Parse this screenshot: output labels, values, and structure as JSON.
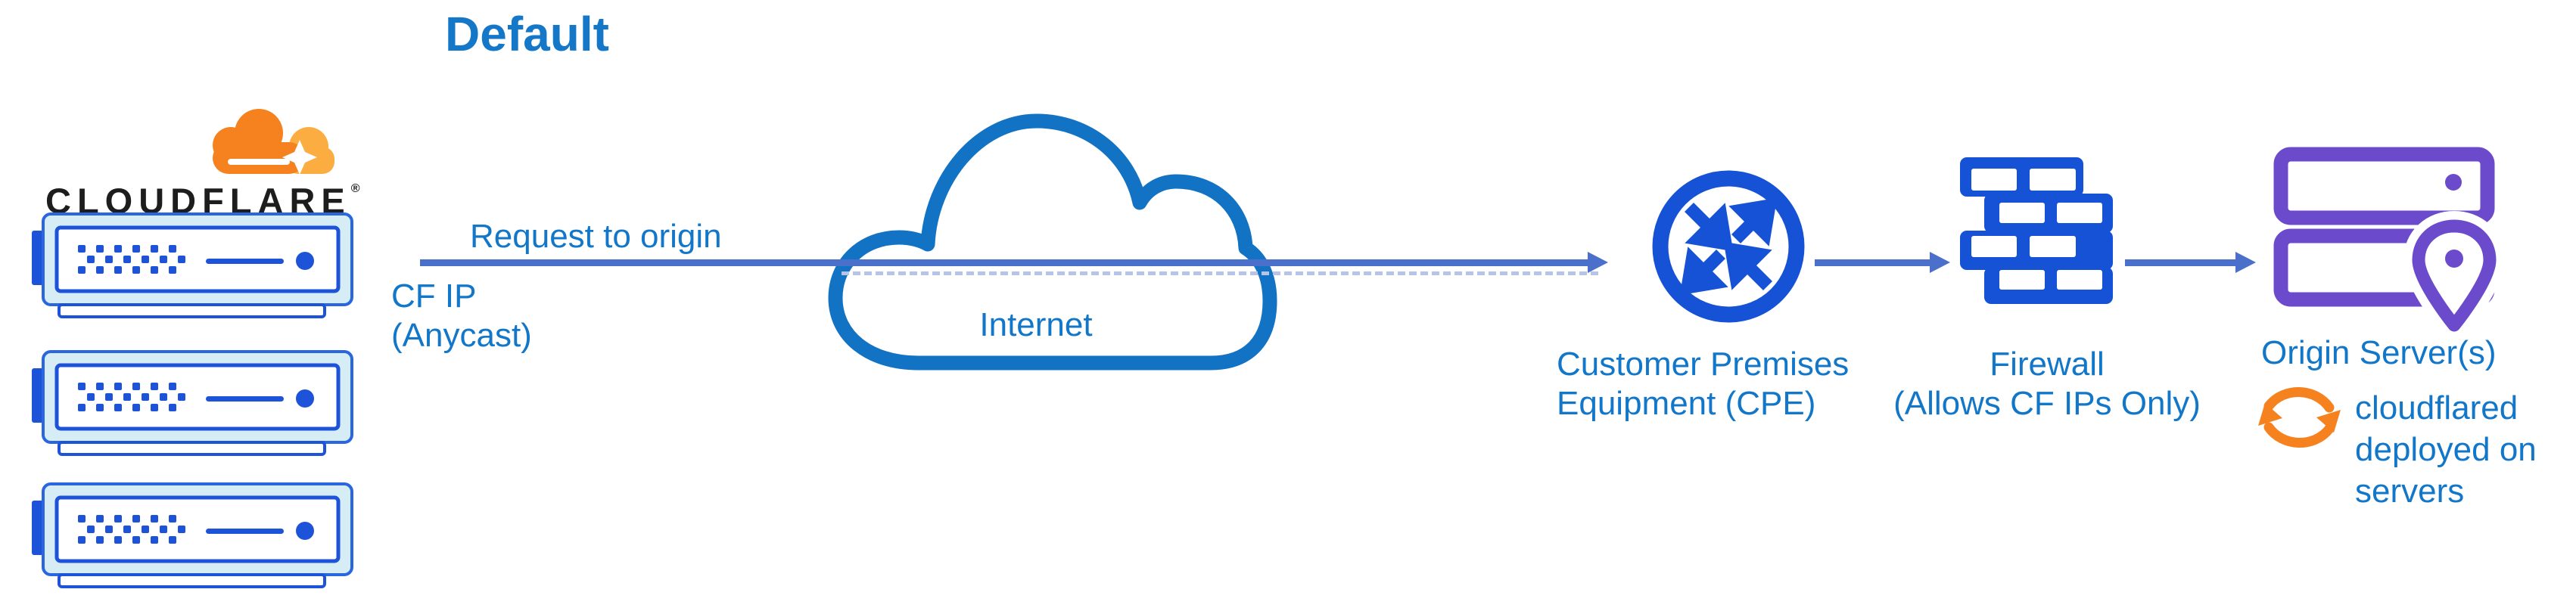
{
  "title": "Default",
  "brand": {
    "name": "CLOUDFLARE",
    "registered_mark": "®"
  },
  "edge_network": {
    "request_label": "Request to origin",
    "ip_label_line1": "CF IP",
    "ip_label_line2": "(Anycast)"
  },
  "internet": {
    "label": "Internet"
  },
  "cpe": {
    "label_line1": "Customer Premises",
    "label_line2": "Equipment (CPE)"
  },
  "firewall": {
    "label_line1": "Firewall",
    "label_line2": "(Allows CF IPs Only)"
  },
  "origin": {
    "label": "Origin Server(s)",
    "note_line1": "cloudflared",
    "note_line2": "deployed on",
    "note_line3": "servers"
  },
  "colors": {
    "label_blue": "#1277c8",
    "title_blue": "#1577c8",
    "arrow_blue": "#4a70cc",
    "dashed_blue": "#b7c3e9",
    "icon_royal_blue": "#1552d6",
    "server_blue": "#1d53d8",
    "server_shell_fill": "#d7edf6",
    "server_shell_border": "#2a66dd",
    "cloud_stroke": "#1273c4",
    "origin_purple": "#6b4bcb",
    "cloudflare_orange": "#f6821f",
    "cloudflare_light_orange": "#fbad41",
    "brand_black": "#1d1d1d"
  }
}
